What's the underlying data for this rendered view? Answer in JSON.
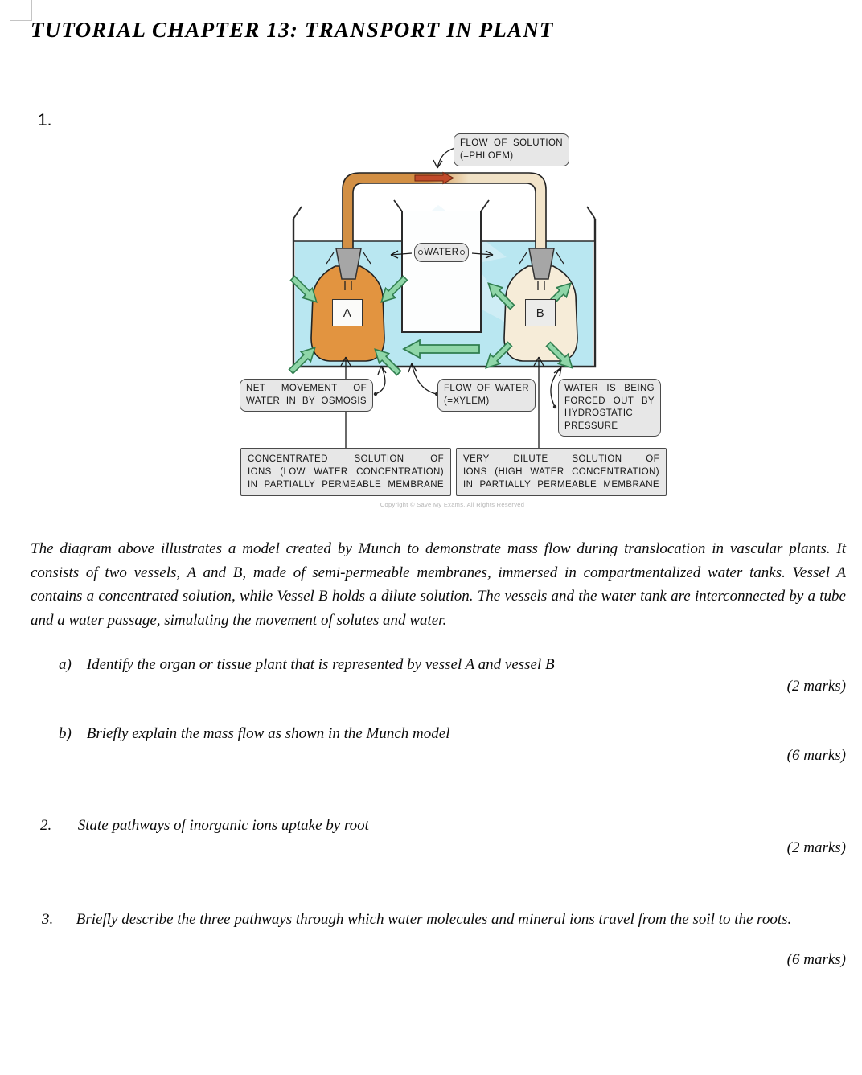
{
  "page": {
    "title": "TUTORIAL CHAPTER 13: TRANSPORT IN PLANT",
    "copyright": "Copyright © Save My Exams. All Rights Reserved"
  },
  "diagram": {
    "flow_solution": [
      "FLOW OF SOLUTION",
      "(=PHLOEM)"
    ],
    "water": "WATER",
    "vessel_a": "A",
    "vessel_b": "B",
    "net_movement": [
      "NET MOVEMENT OF",
      "WATER IN BY OSMOSIS"
    ],
    "flow_water": [
      "FLOW OF WATER",
      "(=XYLEM)"
    ],
    "forced_out": [
      "WATER IS BEING",
      "FORCED OUT BY",
      "HYDROSTATIC",
      "PRESSURE"
    ],
    "concentrated": [
      "CONCENTRATED SOLUTION OF",
      "IONS (LOW WATER CONCENTRATION)",
      "IN PARTIALLY PERMEABLE MEMBRANE"
    ],
    "dilute": [
      "VERY DILUTE SOLUTION OF",
      "IONS (HIGH WATER CONCENTRATION)",
      "IN PARTIALLY PERMEABLE MEMBRANE"
    ],
    "colors": {
      "water": "#b9e7f1",
      "vessel_a": "#e29440",
      "vessel_b": "#f6ecd8",
      "tube_left": "#d28f44",
      "tube_right": "#f2e4ca",
      "green_arrow": "#8fd6a8",
      "green_arrow_border": "#2f7d4e",
      "flow_arrow_red": "#c04a2a",
      "stopper_gray": "#a6a6a6",
      "label_bg": "#e7e7e7"
    }
  },
  "intro": {
    "text": "The diagram above illustrates a model created by Munch to demonstrate mass flow during translocation in vascular plants. It consists of two vessels, A and B, made of semi-permeable membranes, immersed in compartmentalized water tanks. Vessel A contains a concentrated solution, while Vessel B holds a dilute solution. The vessels and the water tank are interconnected by a tube and a water passage, simulating the movement of solutes and water."
  },
  "questions": {
    "q1": {
      "number": "1.",
      "a_label": "a)",
      "a_text": "Identify the organ or tissue plant that is represented by vessel A and vessel B",
      "a_marks": "(2 marks)",
      "b_label": "b)",
      "b_text": "Briefly explain the mass flow as shown in the Munch model",
      "b_marks": "(6 marks)"
    },
    "q2": {
      "number": "2.",
      "text": "State pathways of inorganic ions uptake by root",
      "marks": "(2 marks)"
    },
    "q3": {
      "number": "3.",
      "text": "Briefly describe the three pathways through which water molecules and mineral ions travel from the soil to the roots.",
      "marks": "(6 marks)"
    }
  }
}
